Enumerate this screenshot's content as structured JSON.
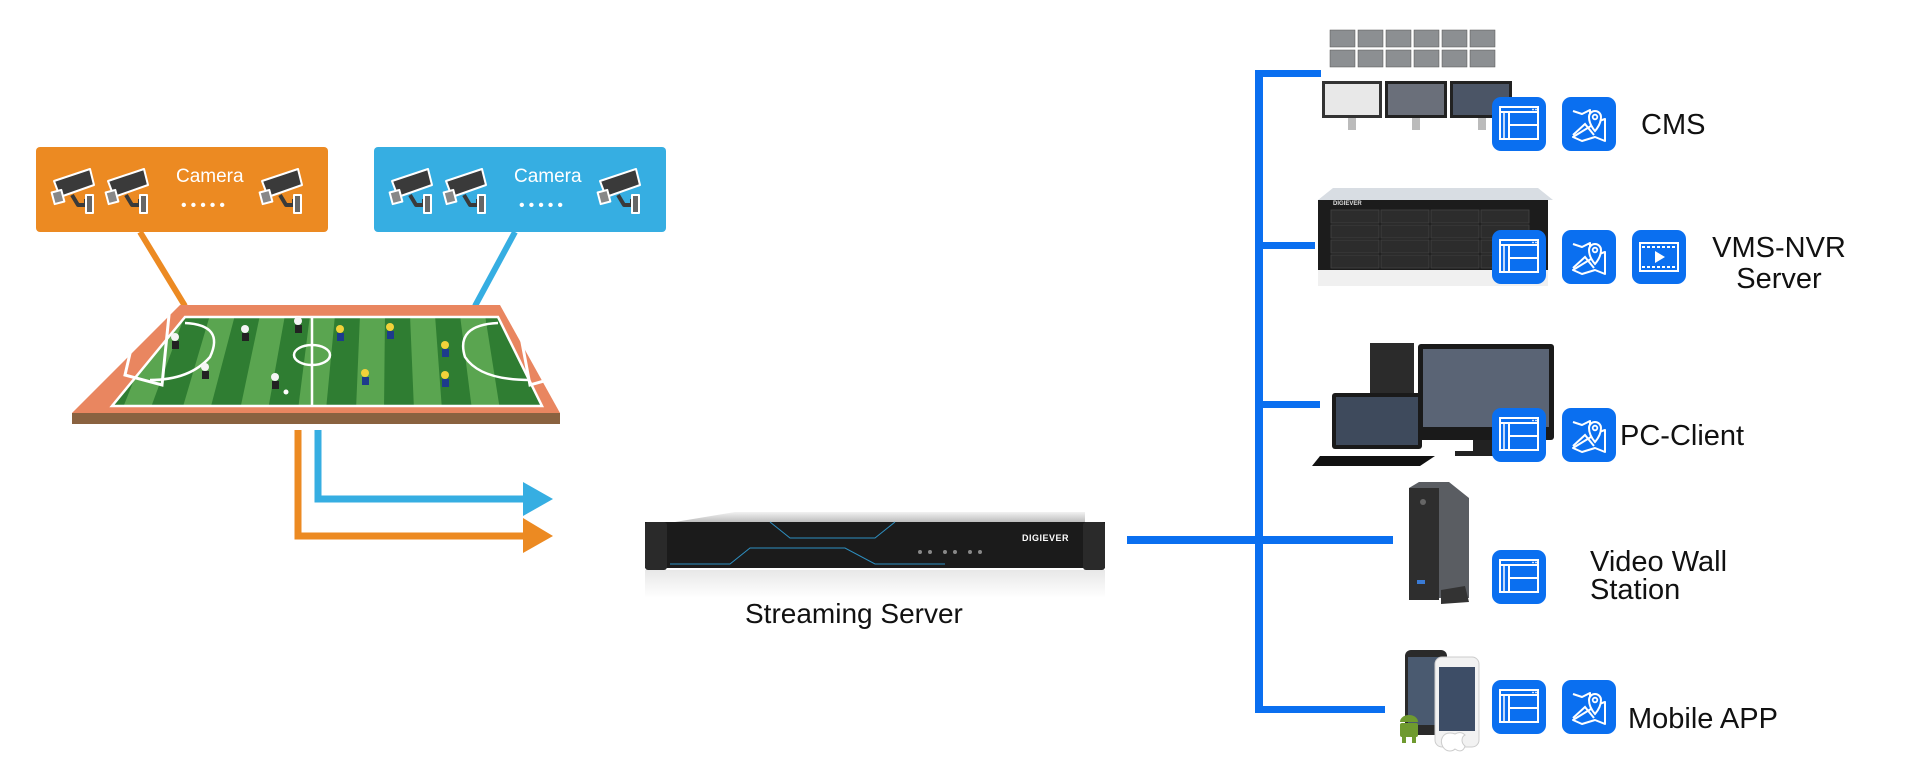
{
  "colors": {
    "orange": "#ec8a22",
    "sky_blue": "#36aee2",
    "network_blue": "#0a6ff0",
    "field_track": "#e98660",
    "field_green_dark": "#2f7d32",
    "field_green_light": "#5aa550",
    "field_base": "#8a6240"
  },
  "camera_groups": [
    {
      "label": "Camera",
      "ellipsis": "•••••",
      "color": "orange",
      "icons": [
        "cctv-camera-icon",
        "cctv-camera-icon",
        "cctv-camera-icon"
      ]
    },
    {
      "label": "Camera",
      "ellipsis": "•••••",
      "color": "sky_blue",
      "icons": [
        "cctv-camera-icon",
        "cctv-camera-icon",
        "cctv-camera-icon"
      ]
    }
  ],
  "venue": {
    "name": "soccer-field"
  },
  "streaming_server": {
    "brand": "DIGIEVER",
    "label": "Streaming Server"
  },
  "clients": [
    {
      "id": "cms",
      "label_lines": [
        "CMS"
      ],
      "icons": [
        "layout-icon",
        "map-pin-icon"
      ]
    },
    {
      "id": "vms-nvr",
      "label_lines": [
        "VMS-NVR",
        "Server"
      ],
      "icons": [
        "layout-icon",
        "map-pin-icon",
        "video-play-icon"
      ]
    },
    {
      "id": "pc-client",
      "label_lines": [
        "PC-Client"
      ],
      "icons": [
        "layout-icon",
        "map-pin-icon"
      ]
    },
    {
      "id": "video-wall",
      "label_lines": [
        "Video Wall",
        "Station"
      ],
      "icons": [
        "layout-icon"
      ]
    },
    {
      "id": "mobile-app",
      "label_lines": [
        "Mobile APP"
      ],
      "icons": [
        "layout-icon",
        "map-pin-icon"
      ]
    }
  ],
  "nvr_brand": "DIGIEVER"
}
